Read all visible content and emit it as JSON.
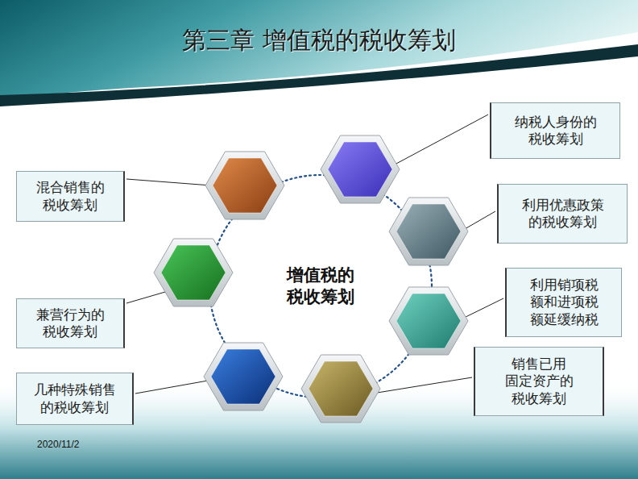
{
  "diagram": {
    "title": "第三章 增值税的税收筹划",
    "nodes": [
      {
        "text": [
          "增值税的 税收筹划"
        ]
      },
      {
        "text": [
          "纳税人身份的 税收筹划"
        ]
      },
      {
        "text": [
          "利用优惠政策 的税收筹划"
        ]
      },
      {
        "text": [
          "利用销项税 额和进项税 额延缓纳税"
        ]
      },
      {
        "text": [
          "销售已用 固定资产的 税收筹划"
        ]
      },
      {
        "text": [
          "几种特殊销售 的税收筹划"
        ]
      },
      {
        "text": [
          "兼营行为的 税收筹划"
        ]
      },
      {
        "text": [
          "混合销售的 税收筹划"
        ]
      }
    ],
    "labels": [
      "2020/11/2"
    ]
  }
}
